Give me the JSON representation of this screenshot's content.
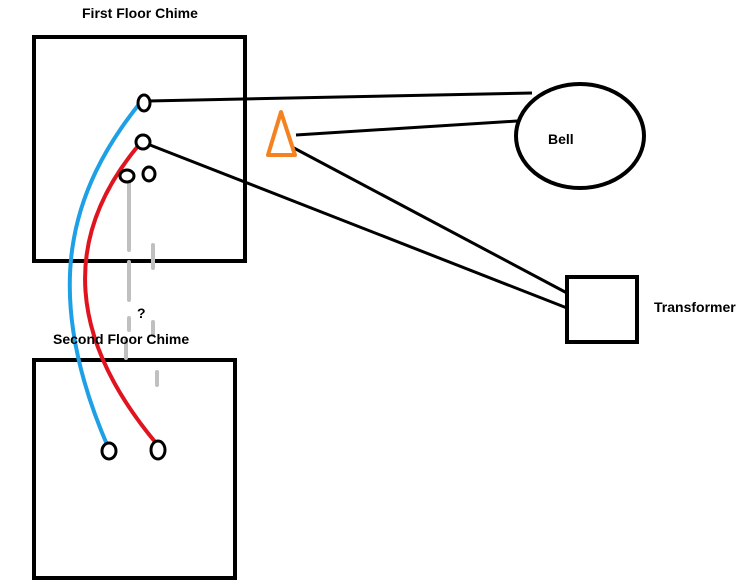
{
  "labels": {
    "first_floor": "First Floor Chime",
    "second_floor": "Second Floor Chime",
    "bell": "Bell",
    "transformer": "Transformer",
    "question": "?"
  },
  "colors": {
    "outline": "#000000",
    "blue_wire": "#1ea0e6",
    "red_wire": "#e0141e",
    "gray_wire": "#c0c0c0",
    "button": "#f58220",
    "background": "#ffffff"
  }
}
